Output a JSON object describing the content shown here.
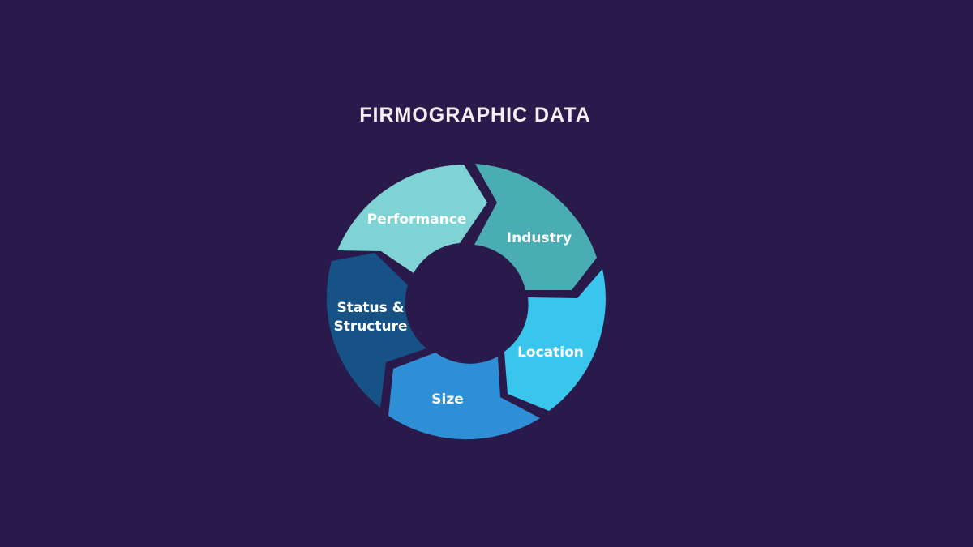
{
  "title": "FIRMOGRAPHIC DATA",
  "colors": {
    "background": "#2a1a4c",
    "title": "#f6eef2",
    "label": "#ffffff"
  },
  "segments": [
    {
      "label": "Performance",
      "color": "#7fd3d4"
    },
    {
      "label": "Industry",
      "color": "#4aadb3"
    },
    {
      "label": "Location",
      "color": "#3ac6ec"
    },
    {
      "label": "Size",
      "color": "#2e8fd6"
    },
    {
      "label_line1": "Status &",
      "label_line2": "Structure",
      "color": "#175286"
    }
  ]
}
